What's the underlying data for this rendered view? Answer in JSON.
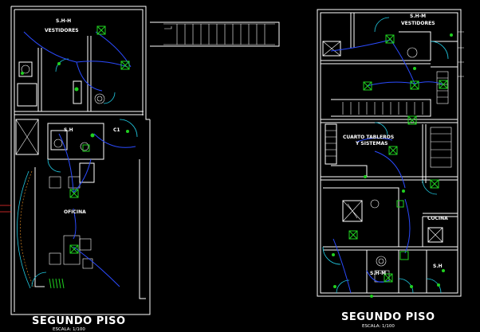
{
  "left_plan": {
    "labels": {
      "shh": "S.H-H",
      "vestidores": "VESTIDORES",
      "sh": "S.H",
      "c1": "C1",
      "oficina": "OFICINA"
    },
    "title": "SEGUNDO PISO",
    "scale": "ESCALA: 1/100"
  },
  "right_plan": {
    "labels": {
      "shm": "S.H-M",
      "vestidores": "VESTIDORES",
      "cuarto": "CUARTO TABLEROS",
      "y_sistemas": "Y SISTEMAS",
      "cocina": "COCINA",
      "sh": "S.H",
      "shm_bottom": "S.H-M"
    },
    "title": "SEGUNDO PISO",
    "scale": "ESCALA: 1/100"
  },
  "colors": {
    "background": "#000000",
    "walls": "#ffffff",
    "circuits": "#2b4bff",
    "fixtures": "#20d020",
    "arcs": "#20c8e0"
  }
}
